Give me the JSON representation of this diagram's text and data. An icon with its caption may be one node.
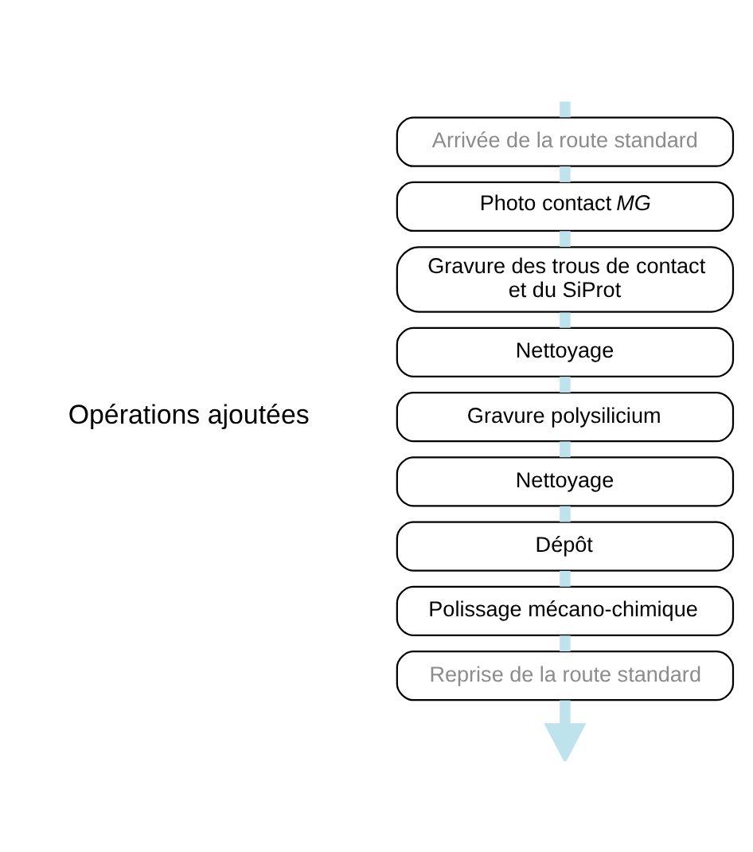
{
  "diagram": {
    "nodes": [
      {
        "text": [
          "Arrivée de la route standard"
        ]
      },
      {
        "text": [
          "Photo contact *MG*"
        ]
      },
      {
        "text": [
          "Gravure des trous de contact et du SiProt"
        ]
      },
      {
        "text": [
          "Nettoyage"
        ]
      },
      {
        "text": [
          "Gravure polysilicium"
        ]
      },
      {
        "text": [
          "Nettoyage"
        ]
      },
      {
        "text": [
          "Dépôt"
        ]
      },
      {
        "text": [
          "Polissage mécano-chimique"
        ]
      },
      {
        "text": [
          "Reprise de la route standard"
        ]
      }
    ],
    "edges": [
      {
        "from": null,
        "to": 0,
        "arrow": "none"
      },
      {
        "from": 0,
        "to": 1,
        "arrow": "none"
      },
      {
        "from": 1,
        "to": 2,
        "arrow": "none"
      },
      {
        "from": 2,
        "to": 3,
        "arrow": "none"
      },
      {
        "from": 3,
        "to": 4,
        "arrow": "none"
      },
      {
        "from": 4,
        "to": 5,
        "arrow": "none"
      },
      {
        "from": 5,
        "to": 6,
        "arrow": "none"
      },
      {
        "from": 6,
        "to": 7,
        "arrow": "none"
      },
      {
        "from": 7,
        "to": 8,
        "arrow": "none"
      },
      {
        "from": 8,
        "to": null,
        "arrow": "to"
      }
    ],
    "labels": [
      "Opérations ajoutées"
    ]
  }
}
